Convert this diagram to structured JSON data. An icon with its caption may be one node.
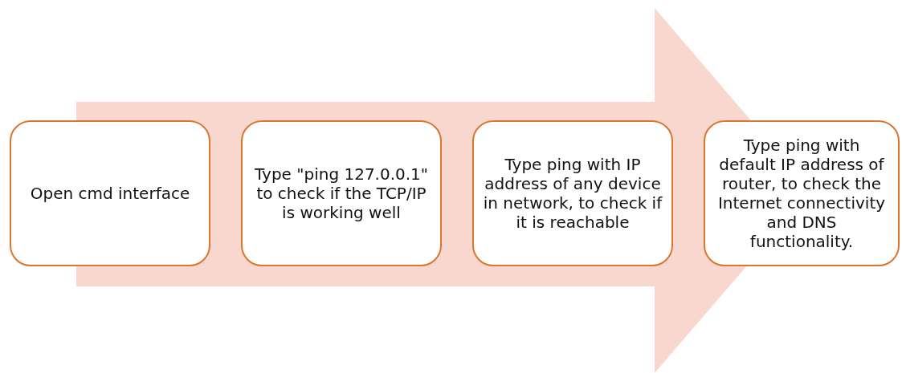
{
  "diagram": {
    "nodes": [
      {
        "text": [
          "Open cmd interface"
        ]
      },
      {
        "text": [
          "Type \"ping 127.0.0.1\" to check if the TCP/IP is working well"
        ]
      },
      {
        "text": [
          "Type ping with IP address of any device in network, to check if it is reachable"
        ]
      },
      {
        "text": [
          "Type ping with default IP address of router, to check the Internet connectivity and DNS functionality."
        ]
      }
    ],
    "edges": [
      {
        "from": 0,
        "to": 3,
        "arrow": "to"
      }
    ]
  }
}
